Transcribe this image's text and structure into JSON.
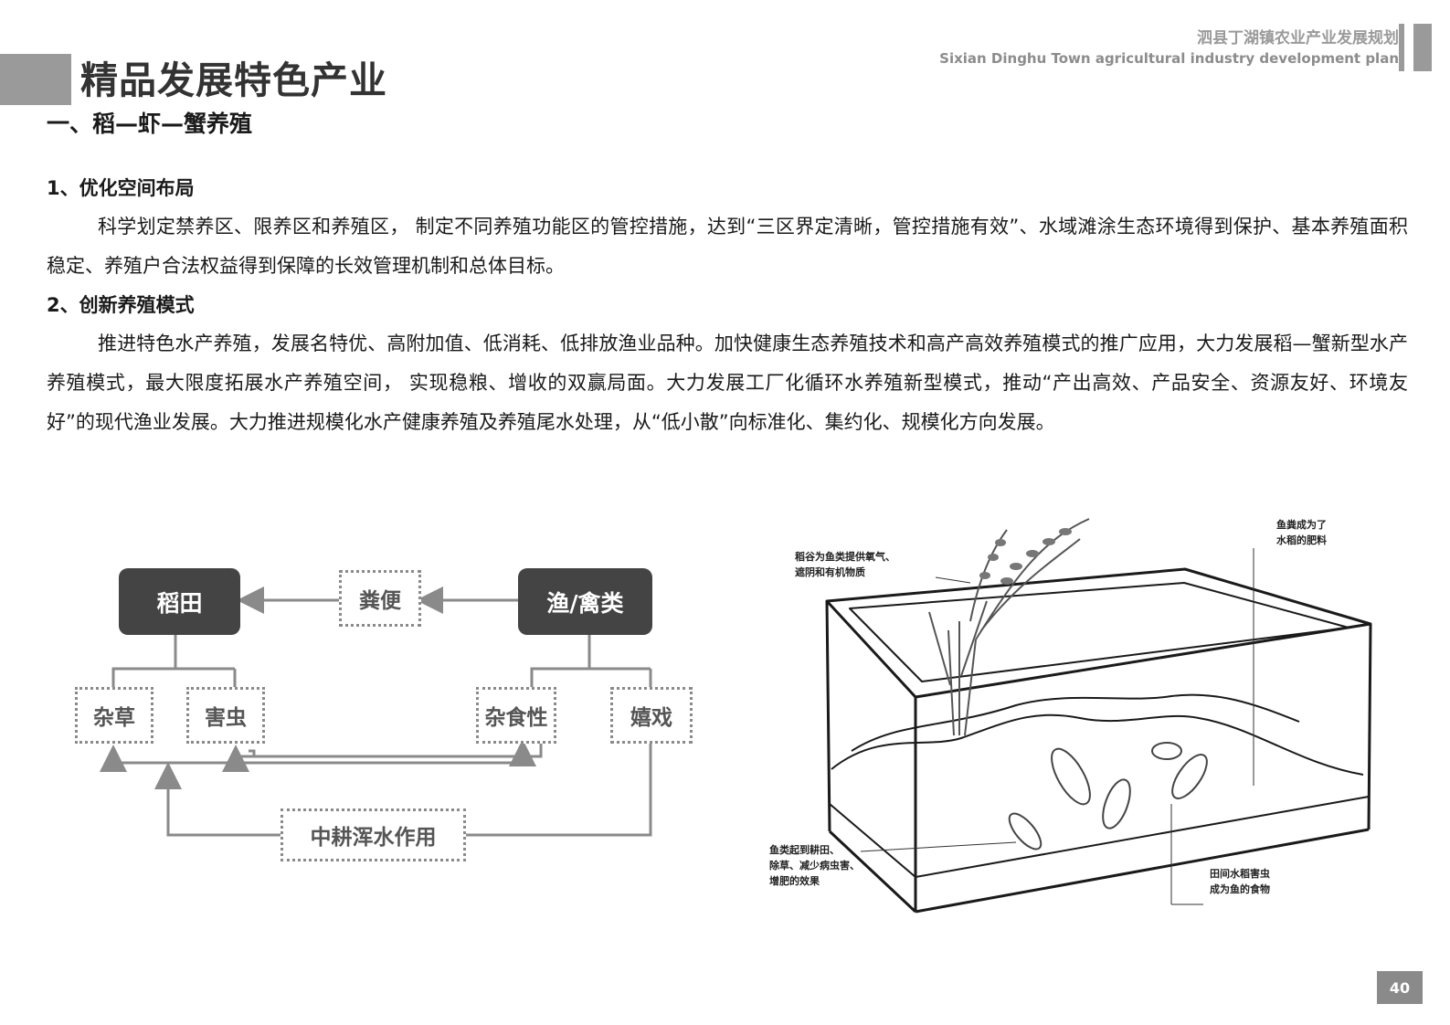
{
  "header": {
    "title_cn": "泗县丁湖镇农业产业发展规划",
    "title_en": "Sixian Dinghu Town agricultural industry development plan"
  },
  "page_title": "精品发展特色产业",
  "section": {
    "title": "一、稻—虾—蟹养殖",
    "items": [
      {
        "heading": "1、优化空间布局",
        "text": "科学划定禁养区、限养区和养殖区， 制定不同养殖功能区的管控措施，达到“三区界定清晰，管控措施有效”、水域滩涂生态环境得到保护、基本养殖面积稳定、养殖户合法权益得到保障的长效管理机制和总体目标。"
      },
      {
        "heading": "2、创新养殖模式",
        "text": "推进特色水产养殖，发展名特优、高附加值、低消耗、低排放渔业品种。加快健康生态养殖技术和高产高效养殖模式的推广应用，大力发展稻—蟹新型水产养殖模式，最大限度拓展水产养殖空间， 实现稳粮、增收的双赢局面。大力发展工厂化循环水养殖新型模式，推动“产出高效、产品安全、资源友好、环境友好”的现代渔业发展。大力推进规模化水产健康养殖及养殖尾水处理，从“低小散”向标准化、集约化、规模化方向发展。"
      }
    ]
  },
  "flow": {
    "rice_field": "稻田",
    "manure": "粪便",
    "fish_poultry": "渔/禽类",
    "weeds": "杂草",
    "pests": "害虫",
    "omnivorous": "杂食性",
    "play": "嬉戏",
    "tillage": "中耕浑水作用"
  },
  "illustration": {
    "callout_rice": "稻谷为鱼类提供氧气、\n遮阴和有机物质",
    "callout_manure": "鱼粪成为了\n水稻的肥料",
    "callout_fish": "鱼类起到耕田、\n除草、减少病虫害、\n增肥的效果",
    "callout_pests": "田间水稻害虫\n成为鱼的食物"
  },
  "page_number": "40"
}
